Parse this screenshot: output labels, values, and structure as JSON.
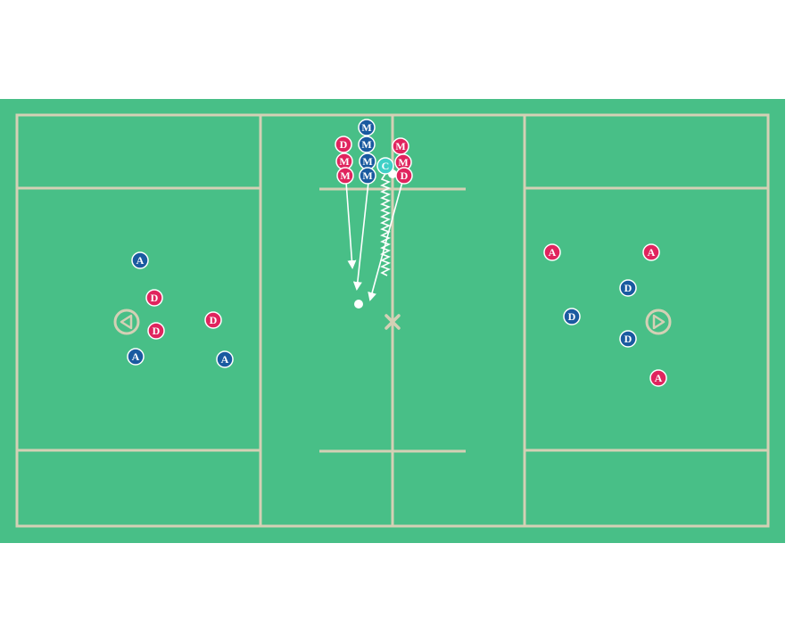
{
  "colors": {
    "field": "#48bf87",
    "lines": "#d4d0b5",
    "team_red": "#e0245e",
    "team_blue": "#1a5aa0",
    "center_player": "#3fd0c6",
    "arrows": "#ffffff"
  },
  "players": [
    {
      "letter": "M",
      "team": "blue"
    },
    {
      "letter": "D",
      "team": "red"
    },
    {
      "letter": "M",
      "team": "blue"
    },
    {
      "letter": "M",
      "team": "red"
    },
    {
      "letter": "M",
      "team": "red"
    },
    {
      "letter": "M",
      "team": "blue"
    },
    {
      "letter": "M",
      "team": "red"
    },
    {
      "letter": "M",
      "team": "red"
    },
    {
      "letter": "M",
      "team": "blue"
    },
    {
      "letter": "D",
      "team": "red"
    },
    {
      "letter": "C",
      "team": "center"
    },
    {
      "letter": "A",
      "team": "blue"
    },
    {
      "letter": "D",
      "team": "red"
    },
    {
      "letter": "D",
      "team": "red"
    },
    {
      "letter": "D",
      "team": "red"
    },
    {
      "letter": "A",
      "team": "blue"
    },
    {
      "letter": "A",
      "team": "blue"
    },
    {
      "letter": "A",
      "team": "red"
    },
    {
      "letter": "A",
      "team": "red"
    },
    {
      "letter": "D",
      "team": "blue"
    },
    {
      "letter": "D",
      "team": "blue"
    },
    {
      "letter": "D",
      "team": "blue"
    },
    {
      "letter": "A",
      "team": "red"
    }
  ],
  "icons": {
    "left_goal": "goal-triangle-left-icon",
    "right_goal": "goal-triangle-right-icon",
    "center_mark": "x-mark-icon"
  }
}
